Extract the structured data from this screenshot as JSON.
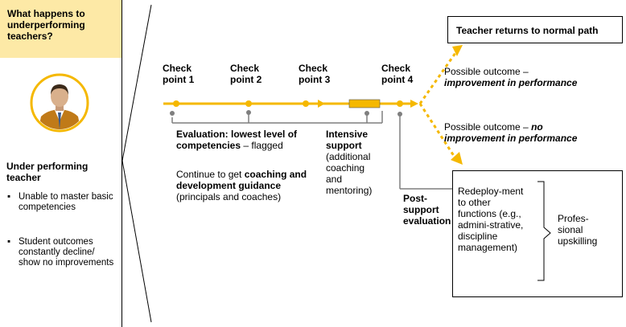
{
  "left_panel": {
    "title": "What happens to underperforming teachers?",
    "subtitle": "Under performing teacher",
    "bullets": [
      "Unable to master basic competencies",
      "Student outcomes constantly decline/ show no improvements"
    ],
    "bullet_marker": "▪"
  },
  "checkpoints": [
    {
      "label": "Check point 1"
    },
    {
      "label": "Check point 2"
    },
    {
      "label": "Check point 3"
    },
    {
      "label": "Check point 4"
    }
  ],
  "evaluation": {
    "bold": "Evaluation: lowest level of competencies",
    "rest": " – flagged"
  },
  "coaching": {
    "pre": "Continue to get ",
    "bold": "coaching and development guidance",
    "post": " (principals and coaches)"
  },
  "intensive": {
    "bold": "Intensive support",
    "rest": "(additional coaching and mentoring)"
  },
  "post_support": "Post-support evaluation",
  "outcome_normal": "Teacher returns to normal path",
  "outcome1": {
    "prefix": "Possible outcome –",
    "emph": "improvement in performance"
  },
  "outcome2": {
    "prefix": "Possible outcome – ",
    "emph1": "no",
    "emph2": "improvement in performance"
  },
  "redeployment": "Redeploy-ment to other functions (e.g., admini-strative, discipline management)",
  "upskilling": "Profes-sional upskilling",
  "colors": {
    "accent": "#f5b800",
    "panel_bg": "#fde9a6",
    "gray": "#7f7f7f"
  }
}
